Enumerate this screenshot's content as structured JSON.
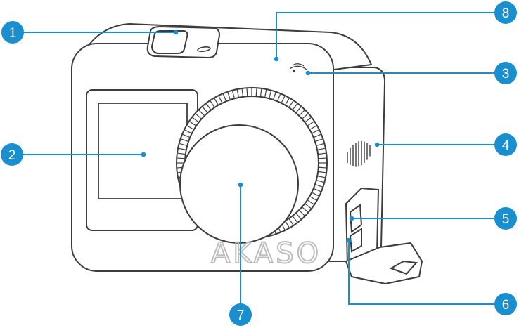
{
  "brand_text": "AKASO",
  "colors": {
    "callout": "#1a8fd0",
    "outline": "#3c3c3c",
    "background": "#ffffff"
  },
  "callouts": [
    {
      "number": "1",
      "part": "shutter-button"
    },
    {
      "number": "2",
      "part": "front-screen"
    },
    {
      "number": "3",
      "part": "wifi-indicator"
    },
    {
      "number": "4",
      "part": "speaker"
    },
    {
      "number": "5",
      "part": "usb-port"
    },
    {
      "number": "6",
      "part": "memory-card-slot"
    },
    {
      "number": "7",
      "part": "lens"
    },
    {
      "number": "8",
      "part": "microphone"
    }
  ]
}
